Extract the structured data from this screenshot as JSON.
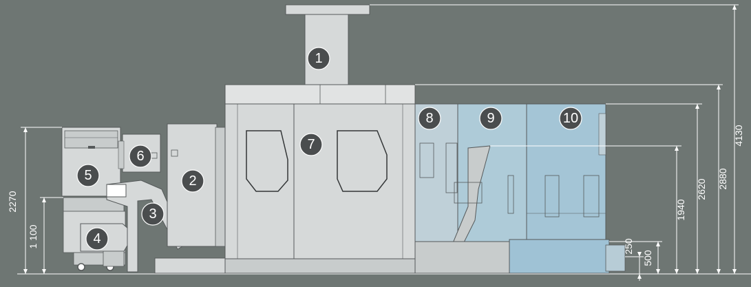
{
  "colors": {
    "background": "#6e7673",
    "machine_grey": "#d6d9d9",
    "machine_blue": "#a9c9d9",
    "marker_fill": "#4a4d4e",
    "dimension_line": "#ffffff"
  },
  "callouts": [
    "1",
    "2",
    "3",
    "4",
    "5",
    "6",
    "7",
    "8",
    "9",
    "10"
  ],
  "dimensions": {
    "d4130": "4130",
    "d2880": "2880",
    "d2620": "2620",
    "d2270": "2270",
    "d1940": "1940",
    "d1100": "1 100",
    "d500": "500",
    "d250": "250"
  }
}
